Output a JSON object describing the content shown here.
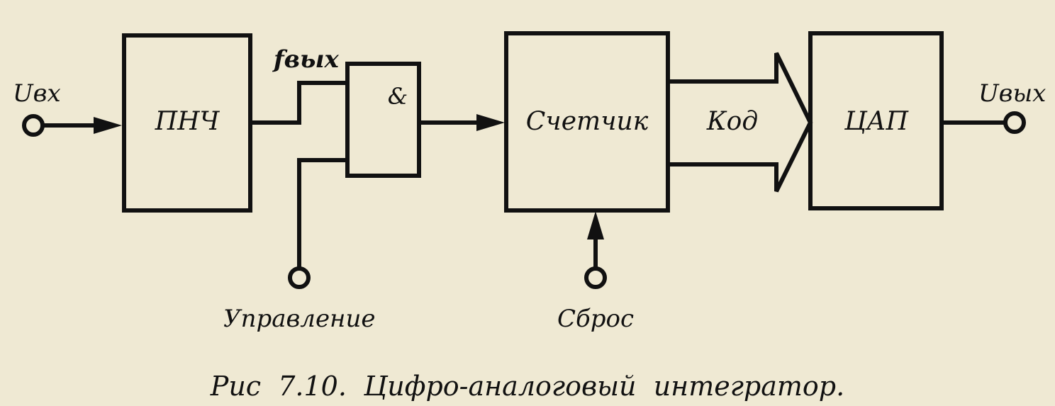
{
  "diagram": {
    "input_label": "Uвх",
    "output_label": "Uвых",
    "blocks": {
      "vfc": "ПНЧ",
      "and_gate": "&",
      "counter": "Счетчик",
      "dac": "ЦАП"
    },
    "signals": {
      "fout": "fвых",
      "code": "Код",
      "control": "Управление",
      "reset": "Сброс"
    },
    "caption": "Рис  7.10.  Цифро-аналоговый  интегратор."
  }
}
